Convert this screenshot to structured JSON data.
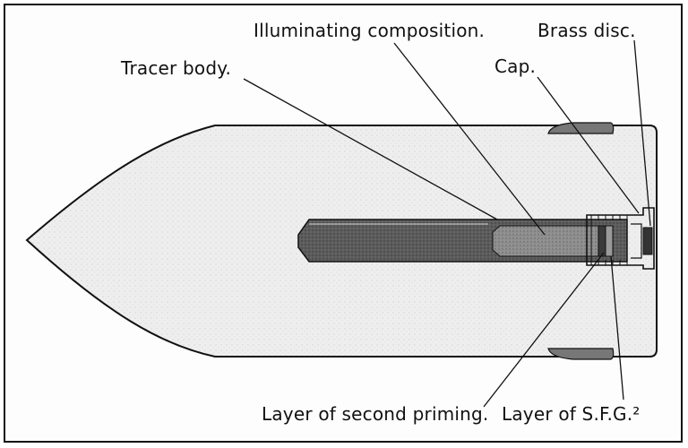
{
  "figure": {
    "labels": {
      "tracer_body": "Tracer body.",
      "illuminating_composition": "Illuminating composition.",
      "brass_disc": "Brass disc.",
      "cap": "Cap.",
      "second_priming": "Layer of second priming.",
      "sfg": "Layer of S.F.G.²"
    },
    "colors": {
      "ink": "#111111",
      "bullet_fill": "#e9e9e9",
      "tracer_fill": "#6a6a6a",
      "composition_fill": "#8c8c8c"
    }
  }
}
